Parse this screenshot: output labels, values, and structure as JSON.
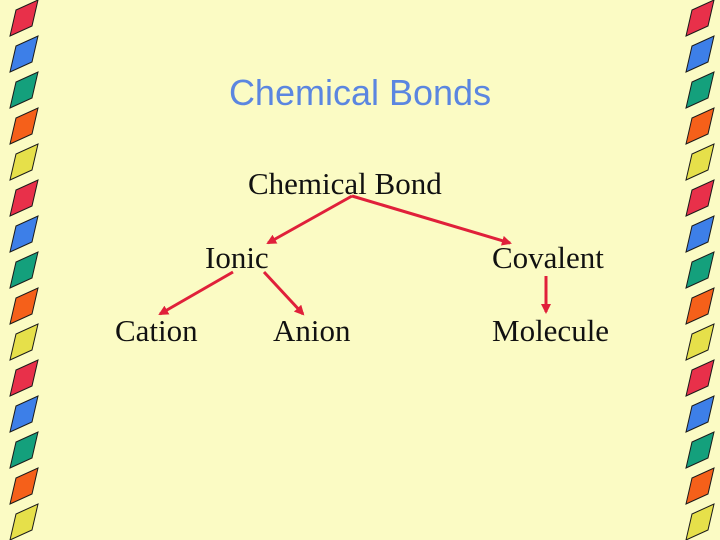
{
  "slide": {
    "title": "Chemical Bonds"
  },
  "diagram": {
    "root": "Chemical Bond",
    "ionic": "Ionic",
    "covalent": "Covalent",
    "cation": "Cation",
    "anion": "Anion",
    "molecule": "Molecule"
  },
  "colors": {
    "background": "#fbfbc4",
    "title": "#5b86e0",
    "arrow": "#e0203a",
    "border_tiles": [
      "#e8304a",
      "#3d7fe8",
      "#14a07c",
      "#f5601a",
      "#e6e04a"
    ]
  }
}
